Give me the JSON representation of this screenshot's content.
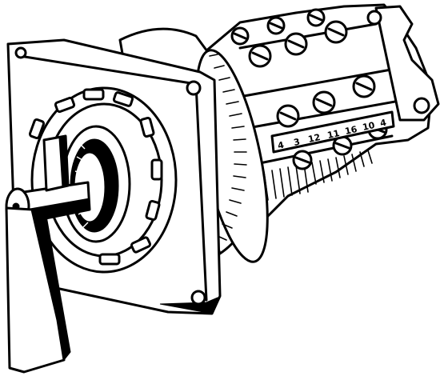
{
  "illustration": {
    "subject": "rotary-switch",
    "terminal_labels": [
      "4",
      "3",
      "12",
      "11",
      "16",
      "10",
      "4"
    ]
  }
}
